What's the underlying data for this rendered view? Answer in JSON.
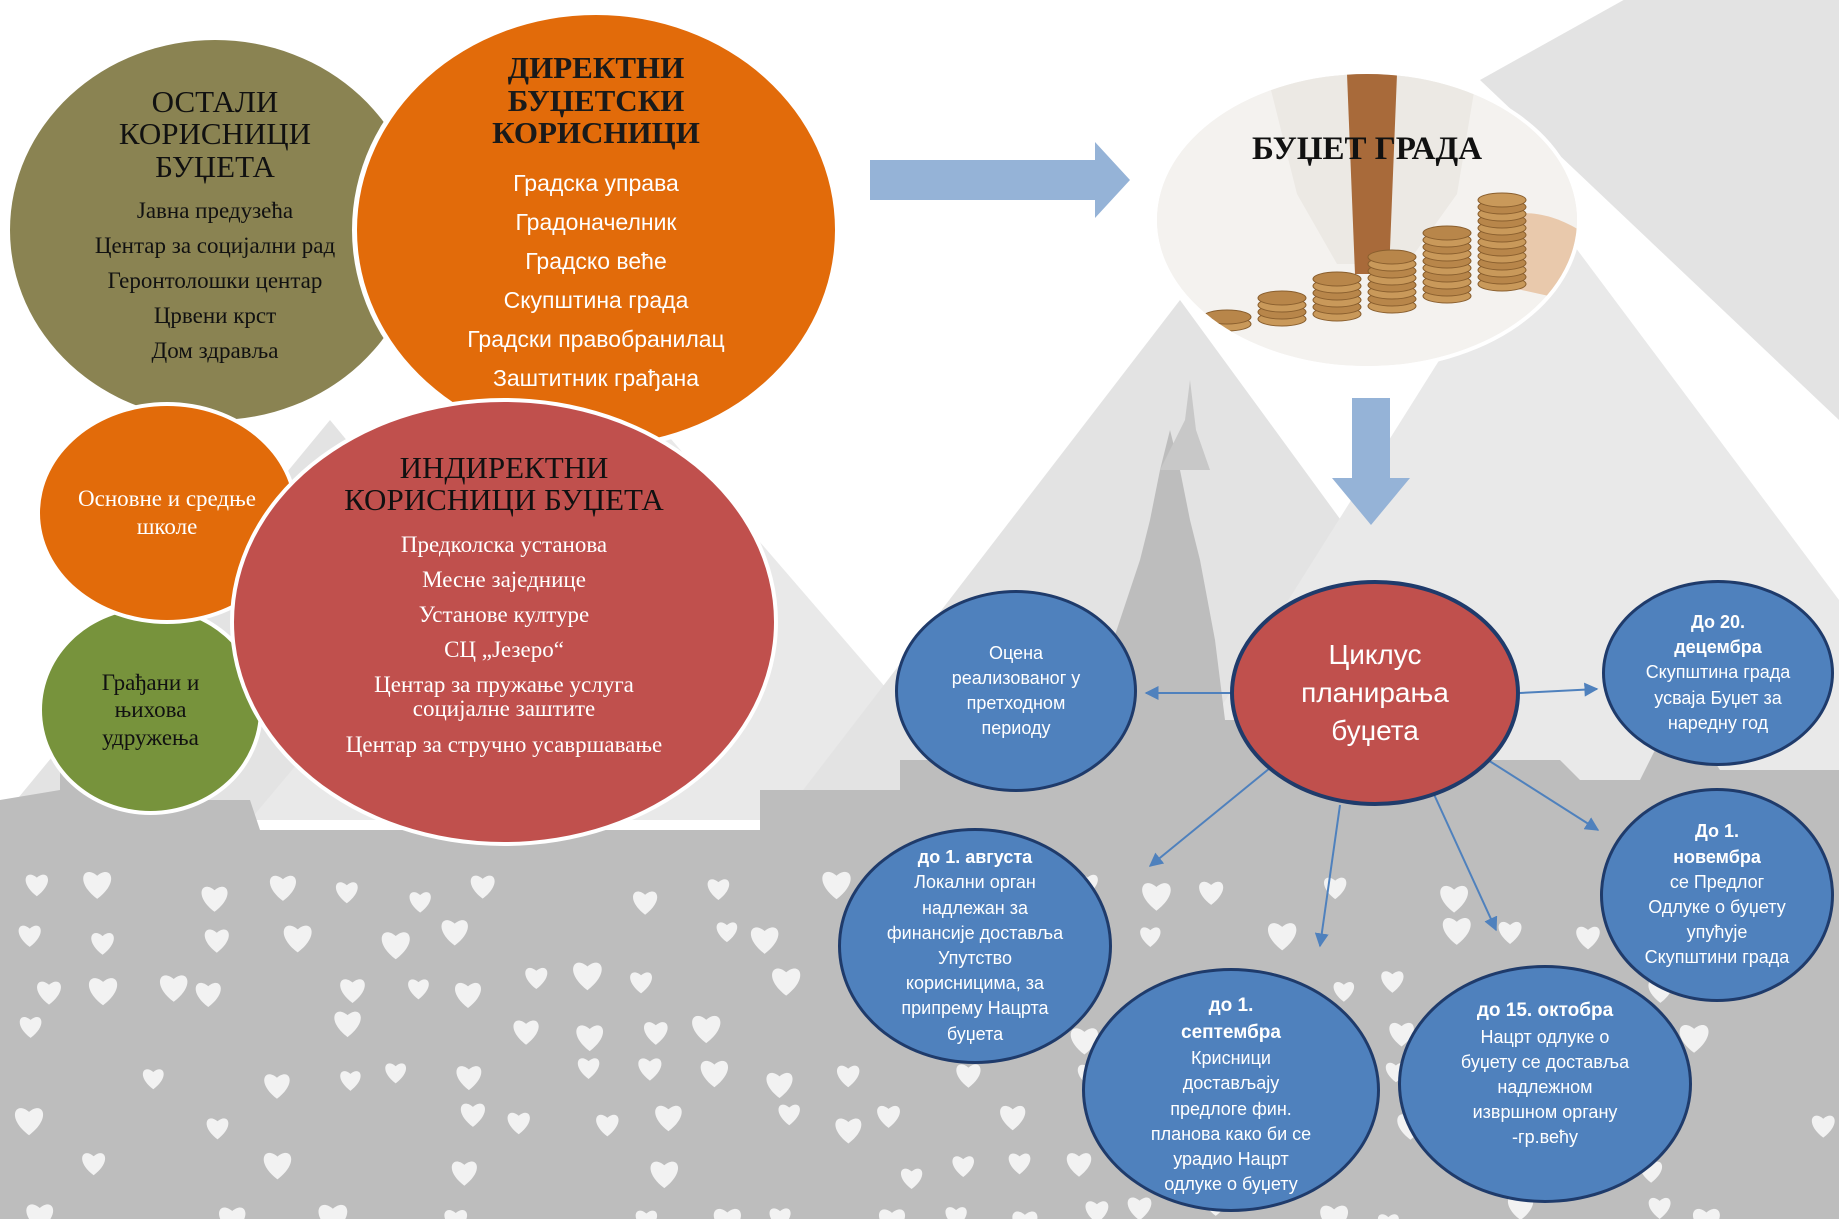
{
  "colors": {
    "olive": "#8a8352",
    "orange": "#e26b0a",
    "red": "#c0504d",
    "green": "#77933c",
    "blue": "#4f81bd",
    "blue_border": "#1f3b6b",
    "arrow_light": "#95b3d7",
    "skyline": "#bfbfbf",
    "triangles": "#e6e6e6"
  },
  "ostali": {
    "title": "ОСТАЛИ КОРИСНИЦИ БУЏЕТА",
    "items": [
      "Јавна предузећа",
      "Центар за социјални рад",
      "Геронтолошки центар",
      "Црвени крст",
      "Дом здравља"
    ]
  },
  "direktni": {
    "title": "ДИРЕКТНИ БУЏЕТСКИ КОРИСНИЦИ",
    "items": [
      "Градска управа",
      "Градоначелник",
      "Градско веће",
      "Скупштина града",
      "Градски правобранилац",
      "Заштитник грађана"
    ]
  },
  "skole": {
    "label": "Основне и средње школе"
  },
  "gradjani": {
    "label": "Грађани и њихова удружења"
  },
  "indirektni": {
    "title": "ИНДИРЕКТНИ КОРИСНИЦИ БУЏЕТА",
    "items": [
      "Предколска установа",
      "Месне заједнице",
      "Установе културе",
      "СЦ „Језеро“",
      "Центар за пружање услуга социјалне заштите",
      "Центар за стручно усавршавање"
    ]
  },
  "budzet_grada": {
    "title": "БУЏЕТ ГРАДА",
    "image": "coins-hand-illustration"
  },
  "cycle": {
    "center": "Циклус планирања буџета",
    "nodes": {
      "ocena": {
        "head": "",
        "body": "Оцена реализованог у претходном периоду"
      },
      "avgust": {
        "head": "до 1. августа",
        "body": "Локални орган надлежан за финансије доставља Упутство корисницима, за припрему Нацрта буџета"
      },
      "septembar": {
        "head": "до  1. септембра",
        "body": "Крисници достављају предлоге фин. планова како би се урадио Нацрт одлуке о буџету"
      },
      "oktobar": {
        "head": "до 15. октобра",
        "body": "Нацрт одлуке о буџету се доставља надлежном извршном органу -гр.већу"
      },
      "novembar": {
        "head": "До 1. новембра",
        "body": "се Предлог Одлуке о буџету упућује Скупштини града"
      },
      "decembar": {
        "head": "До 20. децембра",
        "body": "Скупштина града усваја Буџет за наредну год"
      }
    }
  }
}
